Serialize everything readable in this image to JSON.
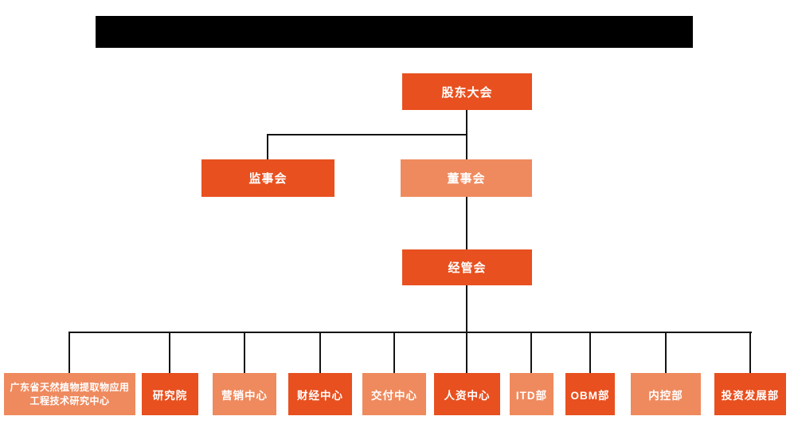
{
  "colors": {
    "primary_orange": "#E8501F",
    "secondary_orange": "#EF8A5E",
    "connector_line": "#141414",
    "node_text": "#ffffff",
    "redacted_bar": "#000000"
  },
  "org_chart": {
    "root": {
      "label": "股东大会",
      "variant": "primary"
    },
    "level2": [
      {
        "label": "监事会",
        "variant": "primary"
      },
      {
        "label": "董事会",
        "variant": "secondary"
      }
    ],
    "level3": {
      "label": "经管会",
      "variant": "primary"
    },
    "departments": [
      {
        "label": "广东省天然植物提取物应用工程技术研究中心",
        "variant": "secondary"
      },
      {
        "label": "研究院",
        "variant": "primary"
      },
      {
        "label": "营销中心",
        "variant": "secondary"
      },
      {
        "label": "财经中心",
        "variant": "primary"
      },
      {
        "label": "交付中心",
        "variant": "secondary"
      },
      {
        "label": "人资中心",
        "variant": "primary"
      },
      {
        "label": "ITD部",
        "variant": "secondary"
      },
      {
        "label": "OBM部",
        "variant": "primary"
      },
      {
        "label": "内控部",
        "variant": "secondary"
      },
      {
        "label": "投资发展部",
        "variant": "primary"
      }
    ]
  }
}
